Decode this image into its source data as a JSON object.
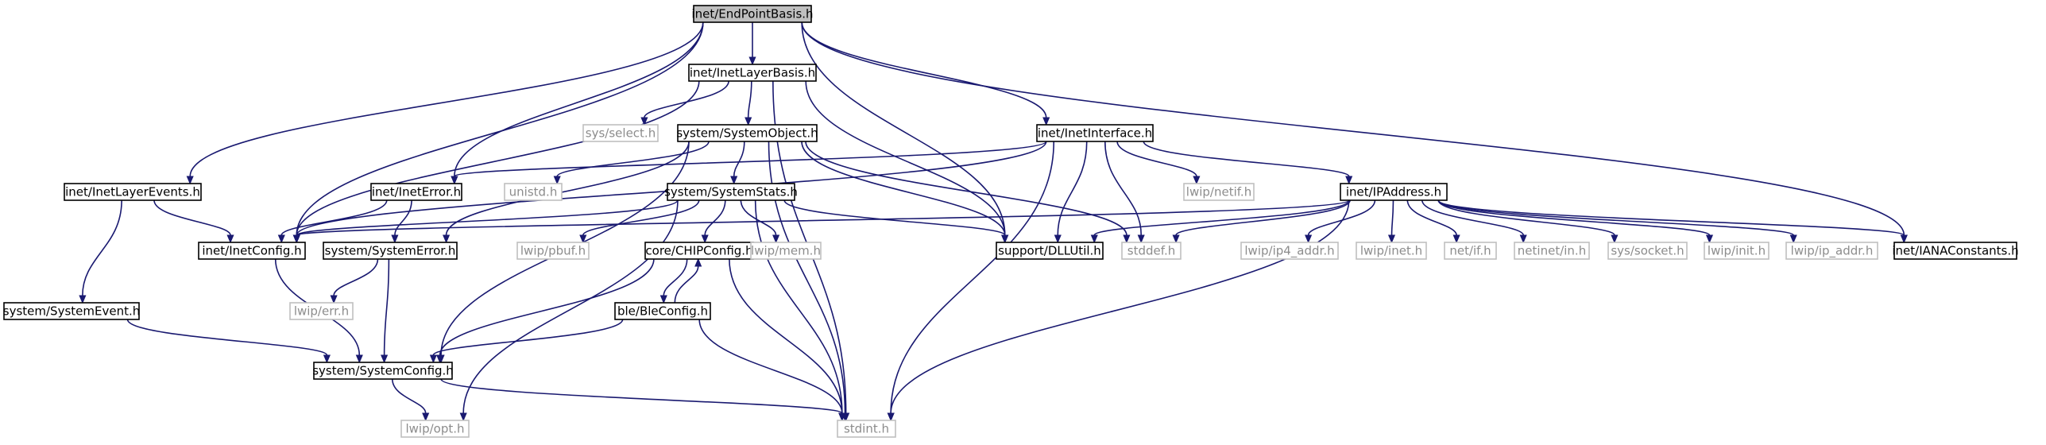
{
  "graph": {
    "nodes": [
      {
        "id": "n0",
        "label": "inet/EndPointBasis.h",
        "kind": "root"
      },
      {
        "id": "n1",
        "label": "inet/InetLayerBasis.h",
        "kind": "local"
      },
      {
        "id": "n2",
        "label": "inet/InetInterface.h",
        "kind": "local"
      },
      {
        "id": "n3",
        "label": "system/SystemObject.h",
        "kind": "local"
      },
      {
        "id": "n4",
        "label": "sys/select.h",
        "kind": "external"
      },
      {
        "id": "n5",
        "label": "inet/InetLayerEvents.h",
        "kind": "local"
      },
      {
        "id": "n6",
        "label": "inet/InetError.h",
        "kind": "local"
      },
      {
        "id": "n7",
        "label": "unistd.h",
        "kind": "external"
      },
      {
        "id": "n8",
        "label": "system/SystemStats.h",
        "kind": "local"
      },
      {
        "id": "n9",
        "label": "lwip/netif.h",
        "kind": "external"
      },
      {
        "id": "n10",
        "label": "inet/IPAddress.h",
        "kind": "local"
      },
      {
        "id": "n11",
        "label": "inet/InetConfig.h",
        "kind": "local"
      },
      {
        "id": "n12",
        "label": "system/SystemError.h",
        "kind": "local"
      },
      {
        "id": "n13",
        "label": "lwip/pbuf.h",
        "kind": "external"
      },
      {
        "id": "n14",
        "label": "core/CHIPConfig.h",
        "kind": "local"
      },
      {
        "id": "n15",
        "label": "lwip/mem.h",
        "kind": "external"
      },
      {
        "id": "n16",
        "label": "support/DLLUtil.h",
        "kind": "local"
      },
      {
        "id": "n17",
        "label": "stddef.h",
        "kind": "external"
      },
      {
        "id": "n18",
        "label": "lwip/ip4_addr.h",
        "kind": "external"
      },
      {
        "id": "n19",
        "label": "lwip/inet.h",
        "kind": "external"
      },
      {
        "id": "n20",
        "label": "net/if.h",
        "kind": "external"
      },
      {
        "id": "n21",
        "label": "netinet/in.h",
        "kind": "external"
      },
      {
        "id": "n22",
        "label": "sys/socket.h",
        "kind": "external"
      },
      {
        "id": "n23",
        "label": "lwip/init.h",
        "kind": "external"
      },
      {
        "id": "n24",
        "label": "lwip/ip_addr.h",
        "kind": "external"
      },
      {
        "id": "n25",
        "label": "inet/IANAConstants.h",
        "kind": "local"
      },
      {
        "id": "n26",
        "label": "system/SystemEvent.h",
        "kind": "local"
      },
      {
        "id": "n27",
        "label": "lwip/err.h",
        "kind": "external"
      },
      {
        "id": "n28",
        "label": "ble/BleConfig.h",
        "kind": "local"
      },
      {
        "id": "n29",
        "label": "system/SystemConfig.h",
        "kind": "local"
      },
      {
        "id": "n30",
        "label": "lwip/opt.h",
        "kind": "external"
      },
      {
        "id": "n31",
        "label": "stdint.h",
        "kind": "external"
      }
    ],
    "edges": [
      [
        "n0",
        "n1"
      ],
      [
        "n0",
        "n5"
      ],
      [
        "n0",
        "n11"
      ],
      [
        "n0",
        "n6"
      ],
      [
        "n0",
        "n16"
      ],
      [
        "n0",
        "n2"
      ],
      [
        "n0",
        "n25"
      ],
      [
        "n1",
        "n11"
      ],
      [
        "n1",
        "n4"
      ],
      [
        "n1",
        "n3"
      ],
      [
        "n1",
        "n16"
      ],
      [
        "n1",
        "n31"
      ],
      [
        "n3",
        "n29"
      ],
      [
        "n3",
        "n7"
      ],
      [
        "n3",
        "n12"
      ],
      [
        "n3",
        "n8"
      ],
      [
        "n3",
        "n16"
      ],
      [
        "n3",
        "n17"
      ],
      [
        "n3",
        "n31"
      ],
      [
        "n2",
        "n6"
      ],
      [
        "n2",
        "n11"
      ],
      [
        "n2",
        "n16"
      ],
      [
        "n2",
        "n17"
      ],
      [
        "n2",
        "n9"
      ],
      [
        "n2",
        "n10"
      ],
      [
        "n2",
        "n31"
      ],
      [
        "n5",
        "n11"
      ],
      [
        "n5",
        "n26"
      ],
      [
        "n6",
        "n11"
      ],
      [
        "n6",
        "n12"
      ],
      [
        "n8",
        "n11"
      ],
      [
        "n8",
        "n13"
      ],
      [
        "n8",
        "n14"
      ],
      [
        "n8",
        "n15"
      ],
      [
        "n8",
        "n16"
      ],
      [
        "n8",
        "n31"
      ],
      [
        "n8",
        "n30"
      ],
      [
        "n10",
        "n11"
      ],
      [
        "n10",
        "n16"
      ],
      [
        "n10",
        "n17"
      ],
      [
        "n10",
        "n18"
      ],
      [
        "n10",
        "n19"
      ],
      [
        "n10",
        "n20"
      ],
      [
        "n10",
        "n21"
      ],
      [
        "n10",
        "n22"
      ],
      [
        "n10",
        "n23"
      ],
      [
        "n10",
        "n24"
      ],
      [
        "n10",
        "n25"
      ],
      [
        "n10",
        "n31"
      ],
      [
        "n11",
        "n29"
      ],
      [
        "n12",
        "n27"
      ],
      [
        "n12",
        "n29"
      ],
      [
        "n14",
        "n28"
      ],
      [
        "n14",
        "n29"
      ],
      [
        "n14",
        "n31"
      ],
      [
        "n28",
        "n14"
      ],
      [
        "n28",
        "n29"
      ],
      [
        "n28",
        "n31"
      ],
      [
        "n26",
        "n29"
      ],
      [
        "n29",
        "n30"
      ],
      [
        "n29",
        "n31"
      ]
    ]
  }
}
